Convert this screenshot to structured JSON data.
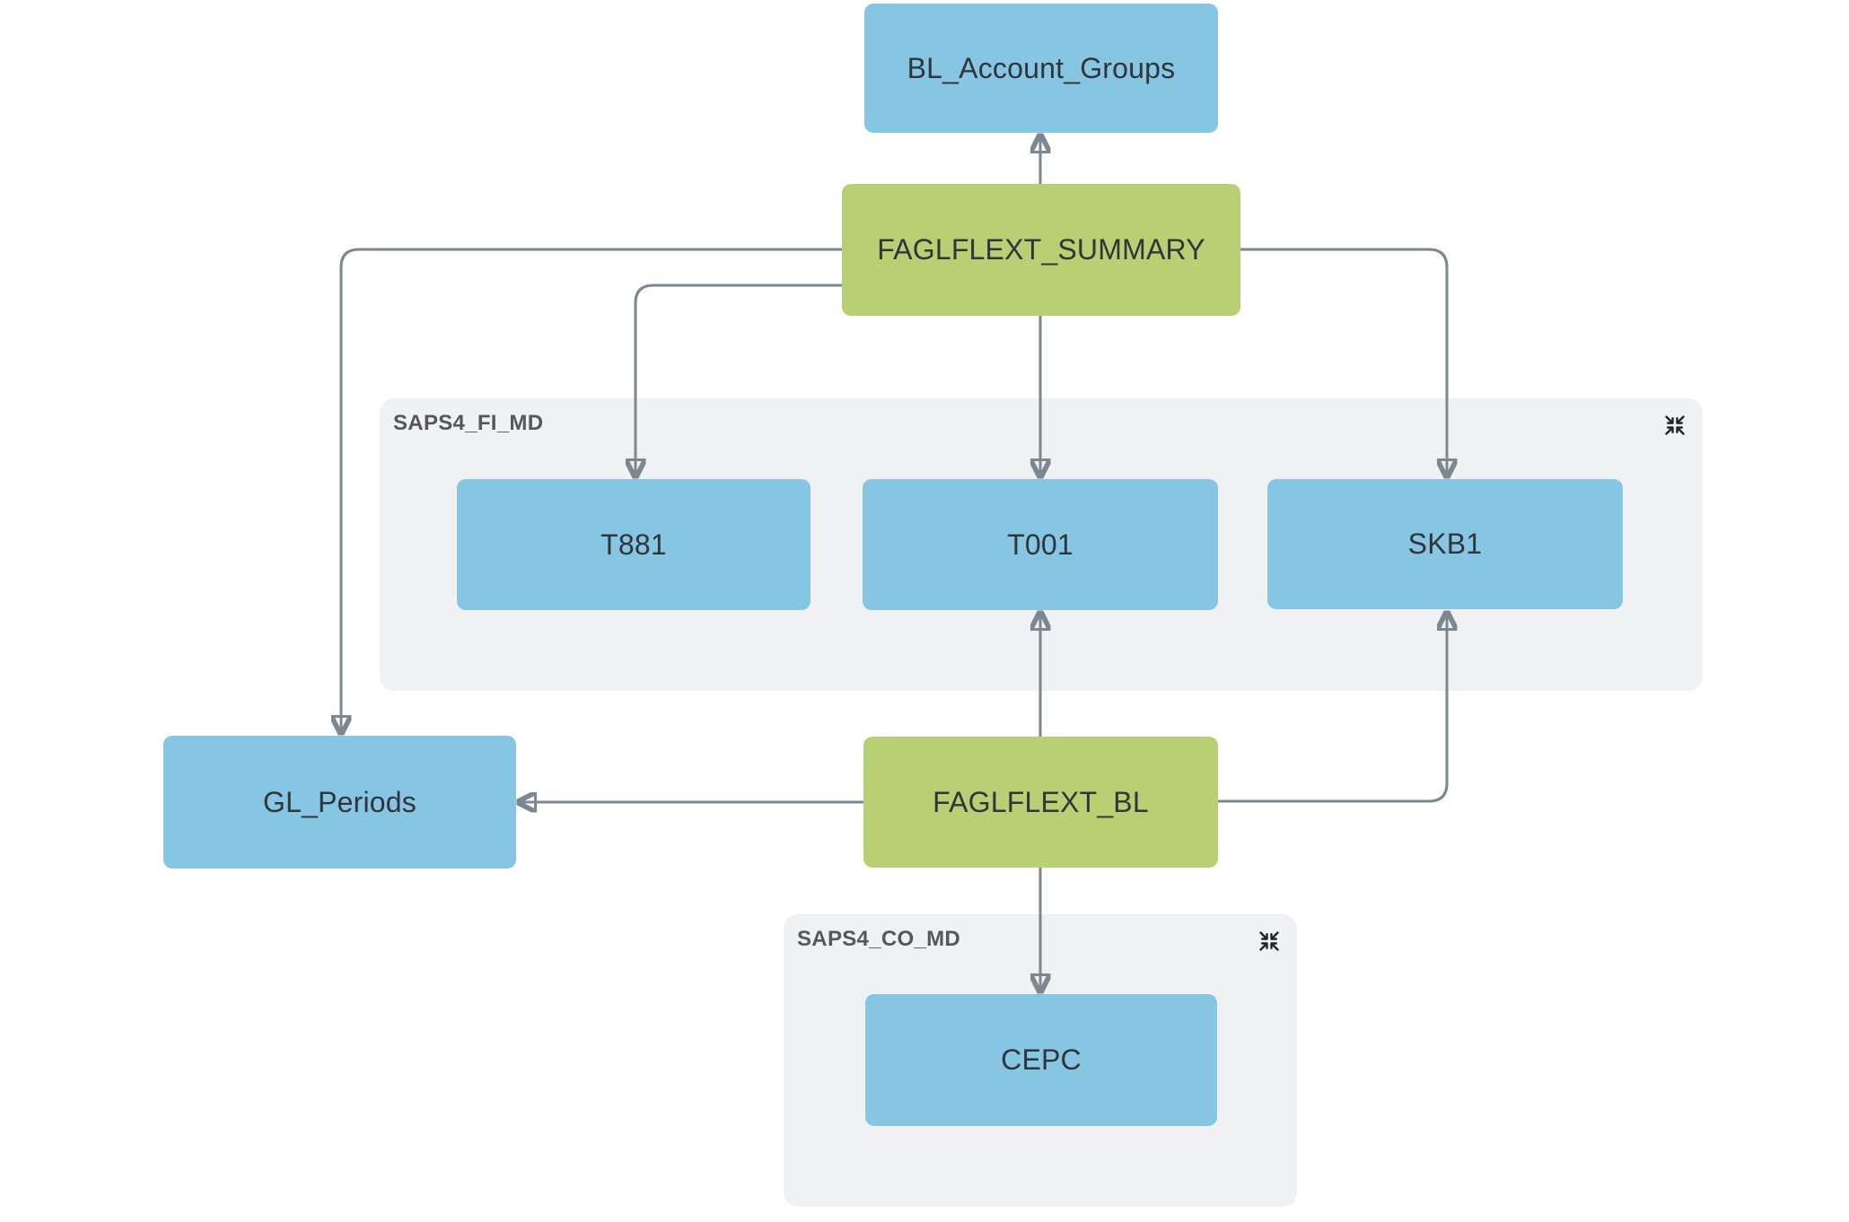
{
  "diagram": {
    "nodes": {
      "bl_account_groups": {
        "label": "BL_Account_Groups",
        "type": "table"
      },
      "faglflext_summary": {
        "label": "FAGLFLEXT_SUMMARY",
        "type": "view"
      },
      "t881": {
        "label": "T881",
        "type": "table"
      },
      "t001": {
        "label": "T001",
        "type": "table"
      },
      "skb1": {
        "label": "SKB1",
        "type": "table"
      },
      "gl_periods": {
        "label": "GL_Periods",
        "type": "table"
      },
      "faglflext_bl": {
        "label": "FAGLFLEXT_BL",
        "type": "view"
      },
      "cepc": {
        "label": "CEPC",
        "type": "table"
      }
    },
    "groups": {
      "saps4_fi_md": {
        "label": "SAPS4_FI_MD",
        "collapse_icon": "collapse-icon",
        "children": [
          "T881",
          "T001",
          "SKB1"
        ]
      },
      "saps4_co_md": {
        "label": "SAPS4_CO_MD",
        "collapse_icon": "collapse-icon",
        "children": [
          "CEPC"
        ]
      }
    },
    "edges": [
      {
        "from": "FAGLFLEXT_SUMMARY",
        "to": "BL_Account_Groups"
      },
      {
        "from": "FAGLFLEXT_SUMMARY",
        "to": "GL_Periods"
      },
      {
        "from": "FAGLFLEXT_SUMMARY",
        "to": "T881"
      },
      {
        "from": "FAGLFLEXT_SUMMARY",
        "to": "T001"
      },
      {
        "from": "FAGLFLEXT_SUMMARY",
        "to": "SKB1"
      },
      {
        "from": "FAGLFLEXT_BL",
        "to": "GL_Periods"
      },
      {
        "from": "FAGLFLEXT_BL",
        "to": "T001"
      },
      {
        "from": "FAGLFLEXT_BL",
        "to": "SKB1"
      },
      {
        "from": "FAGLFLEXT_BL",
        "to": "CEPC"
      }
    ],
    "colors": {
      "table_node": "#87C6E3",
      "view_node": "#B8CF73",
      "group_background": "#F0F1F2",
      "edge": "#7C8790",
      "node_text": "#30353A",
      "group_label_text": "#53575E",
      "canvas_background": "#FFFFFF"
    }
  }
}
